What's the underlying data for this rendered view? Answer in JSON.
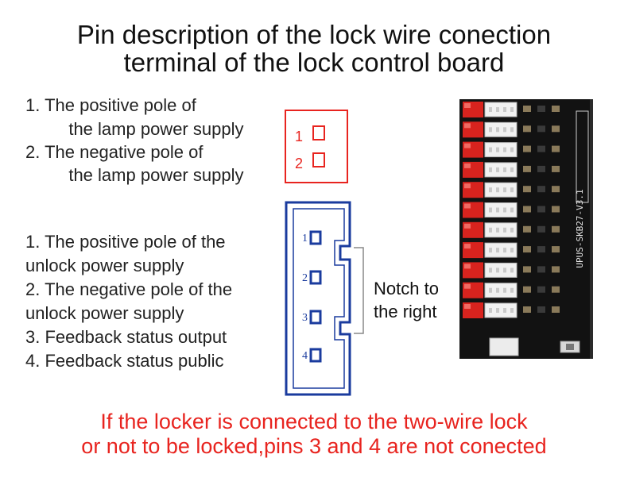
{
  "title": {
    "line1": "Pin description of the lock wire conection",
    "line2": "terminal of the lock control board"
  },
  "lamp_pins": {
    "lines": [
      "1. The positive pole of",
      "   the lamp power supply",
      "2. The negative pole of",
      "   the lamp power supply"
    ],
    "connector_labels": [
      "1",
      "2"
    ],
    "connector_color": "#e8241f"
  },
  "lock_pins": {
    "lines": [
      "1. The positive pole of the",
      "unlock power supply",
      "2. The negative pole of the",
      "unlock power supply",
      "3. Feedback status output",
      "4. Feedback status public"
    ],
    "connector_labels": [
      "1",
      "2",
      "3",
      "4"
    ],
    "connector_color": "#1a3b9e"
  },
  "notch_note": {
    "line1": "Notch to",
    "line2": "the right"
  },
  "board": {
    "silkscreen": "UPUS-SKB27-V3.1",
    "connector_count": 11,
    "pcb_color": "#101010",
    "red_connector_color": "#d8231e"
  },
  "footer": {
    "line1": "If the locker is connected to the two-wire lock",
    "line2": "or not to be locked,pins 3 and 4 are not conected",
    "color": "#e8241f"
  }
}
